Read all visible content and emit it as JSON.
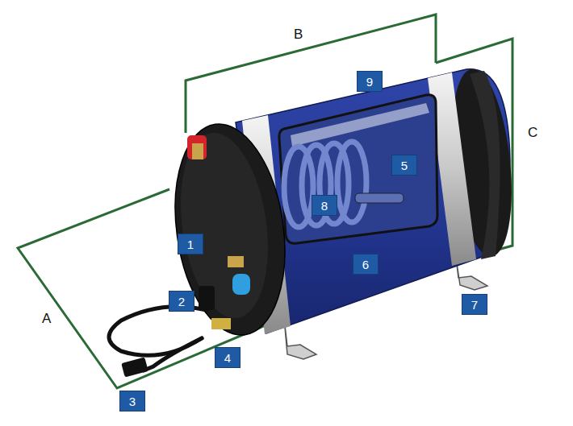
{
  "diagram": {
    "labels": [
      "A",
      "B",
      "C",
      "1",
      "2",
      "3",
      "4",
      "5",
      "6",
      "7",
      "8",
      "9"
    ]
  }
}
